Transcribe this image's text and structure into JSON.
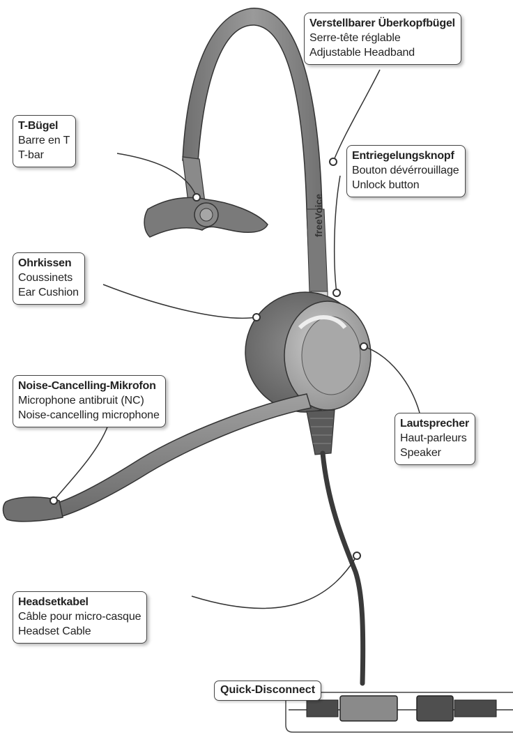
{
  "callouts": {
    "headband": {
      "de": "Verstellbarer Überkopfbügel",
      "fr": "Serre-tête réglable",
      "en": "Adjustable Headband"
    },
    "tbar": {
      "de": "T-Bügel",
      "fr": "Barre en T",
      "en": "T-bar"
    },
    "unlock": {
      "de": "Entriegelungsknopf",
      "fr": "Bouton dévérrouillage",
      "en": "Unlock button"
    },
    "cushion": {
      "de": "Ohrkissen",
      "fr": "Coussinets",
      "en": "Ear Cushion"
    },
    "mic": {
      "de": "Noise-Cancelling-Mikrofon",
      "fr": "Microphone antibruit (NC)",
      "en": "Noise-cancelling microphone"
    },
    "speaker": {
      "de": "Lautsprecher",
      "fr": "Haut-parleurs",
      "en": "Speaker"
    },
    "cable": {
      "de": "Headsetkabel",
      "fr": "Câble pour micro-casque",
      "en": "Headset Cable"
    }
  },
  "quick_disconnect": {
    "label": "Quick-Disconnect"
  },
  "brand": {
    "logo_text": "freeVoice"
  },
  "colors": {
    "headset_body": "#8a8a8a",
    "outline": "#333333",
    "callout_border": "#444444"
  }
}
